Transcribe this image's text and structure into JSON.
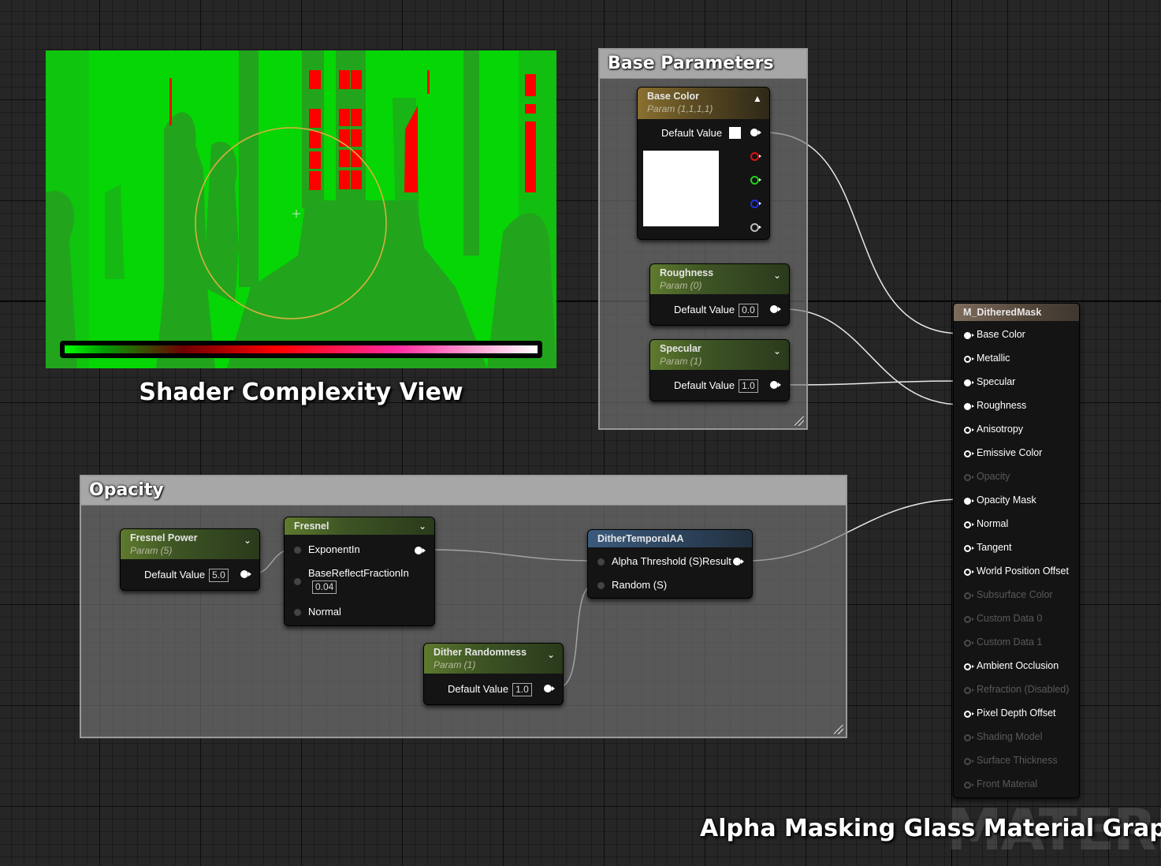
{
  "captions": {
    "viewport": "Shader Complexity View",
    "graph": "Alpha Masking Glass Material Graph",
    "watermark": "MATERIAL"
  },
  "comments": {
    "base_parameters": "Base Parameters",
    "opacity": "Opacity"
  },
  "nodes": {
    "base_color": {
      "title": "Base Color",
      "subtitle": "Param (1,1,1,1)",
      "default_label": "Default Value",
      "swatch_color": "#ffffff"
    },
    "roughness": {
      "title": "Roughness",
      "subtitle": "Param (0)",
      "default_label": "Default Value",
      "value": "0.0"
    },
    "specular": {
      "title": "Specular",
      "subtitle": "Param (1)",
      "default_label": "Default Value",
      "value": "1.0"
    },
    "fresnel_power": {
      "title": "Fresnel Power",
      "subtitle": "Param (5)",
      "default_label": "Default Value",
      "value": "5.0"
    },
    "fresnel": {
      "title": "Fresnel",
      "pins": [
        "ExponentIn",
        "BaseReflectFractionIn",
        "Normal"
      ],
      "base_reflect_value": "0.04"
    },
    "dither_temporal_aa": {
      "title": "DitherTemporalAA",
      "inputs": [
        "Alpha Threshold (S)",
        "Random (S)"
      ],
      "output": "Result"
    },
    "dither_randomness": {
      "title": "Dither Randomness",
      "subtitle": "Param (1)",
      "default_label": "Default Value",
      "value": "1.0"
    }
  },
  "material_result": {
    "title": "M_DitheredMask",
    "pins": [
      {
        "label": "Base Color",
        "enabled": true,
        "connected": true
      },
      {
        "label": "Metallic",
        "enabled": true,
        "connected": false
      },
      {
        "label": "Specular",
        "enabled": true,
        "connected": true
      },
      {
        "label": "Roughness",
        "enabled": true,
        "connected": true
      },
      {
        "label": "Anisotropy",
        "enabled": true,
        "connected": false
      },
      {
        "label": "Emissive Color",
        "enabled": true,
        "connected": false
      },
      {
        "label": "Opacity",
        "enabled": false,
        "connected": false
      },
      {
        "label": "Opacity Mask",
        "enabled": true,
        "connected": true
      },
      {
        "label": "Normal",
        "enabled": true,
        "connected": false
      },
      {
        "label": "Tangent",
        "enabled": true,
        "connected": false
      },
      {
        "label": "World Position Offset",
        "enabled": true,
        "connected": false
      },
      {
        "label": "Subsurface Color",
        "enabled": false,
        "connected": false
      },
      {
        "label": "Custom Data 0",
        "enabled": false,
        "connected": false
      },
      {
        "label": "Custom Data 1",
        "enabled": false,
        "connected": false
      },
      {
        "label": "Ambient Occlusion",
        "enabled": true,
        "connected": false
      },
      {
        "label": "Refraction (Disabled)",
        "enabled": false,
        "connected": false
      },
      {
        "label": "Pixel Depth Offset",
        "enabled": true,
        "connected": false
      },
      {
        "label": "Shading Model",
        "enabled": false,
        "connected": false
      },
      {
        "label": "Surface Thickness",
        "enabled": false,
        "connected": false
      },
      {
        "label": "Front Material",
        "enabled": false,
        "connected": false
      }
    ]
  },
  "colors": {
    "graph_bg": "#262626",
    "complexity_low": "#06d606",
    "complexity_high": "#ff0000",
    "param_header": "#5e7a2e",
    "vector_param_header": "#8a7030",
    "function_header": "#3b5a7c",
    "result_header": "#7d6c5c"
  },
  "icons": {
    "collapse": "chevron-up-icon",
    "expand": "chevron-down-icon",
    "brush": "brush-circle-icon"
  }
}
